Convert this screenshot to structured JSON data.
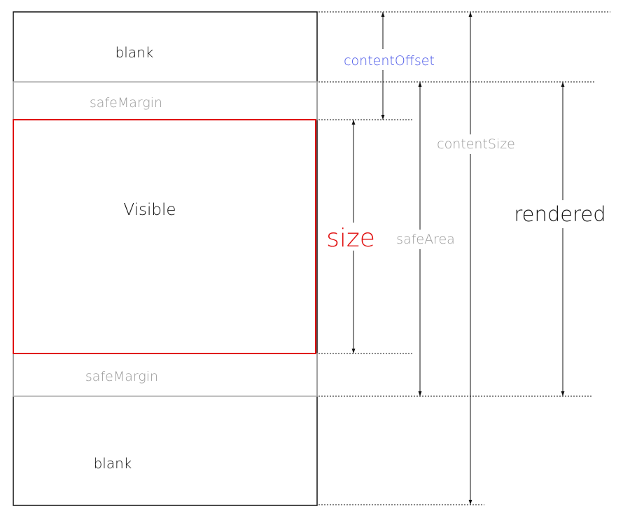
{
  "labels": {
    "blank_top": "blank",
    "safe_margin_top": "safeMargin",
    "visible": "Visible",
    "safe_margin_bottom": "safeMargin",
    "blank_bottom": "blank",
    "content_offset": "contentOffset",
    "content_size": "contentSize",
    "safe_area": "safeArea",
    "size": "size",
    "rendered": "rendered"
  },
  "colors": {
    "outline": "#111111",
    "safe_margin": "#aaaaaa",
    "visible": "#e01010",
    "content_offset": "#4a57e8",
    "guide": "#111111"
  }
}
